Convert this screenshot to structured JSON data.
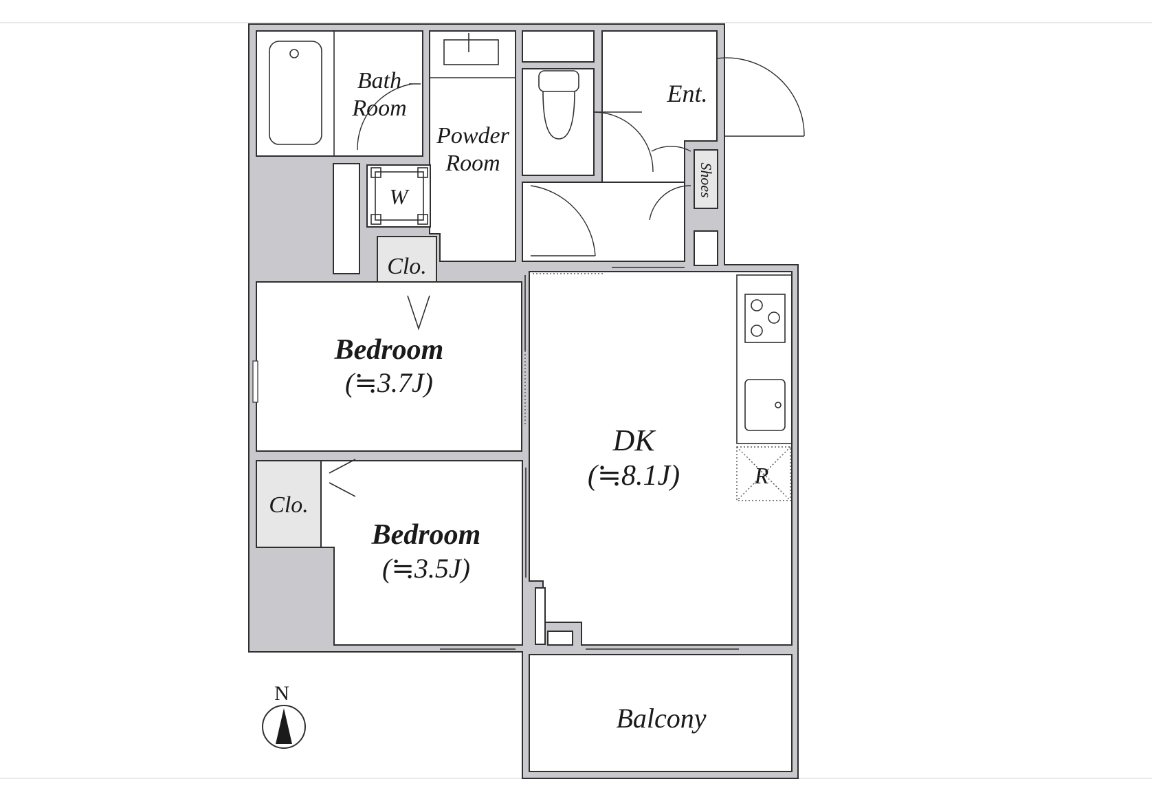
{
  "rooms": {
    "bath": {
      "line1": "Bath",
      "line2": "Room"
    },
    "powder": {
      "line1": "Powder",
      "line2": "Room"
    },
    "entrance": "Ent.",
    "shoes": "Shoes",
    "washer": "W",
    "closet_top": "Clo.",
    "closet_left": "Clo.",
    "bedroom1": {
      "name": "Bedroom",
      "size": "(≒3.7J)"
    },
    "bedroom2": {
      "name": "Bedroom",
      "size": "(≒3.5J)"
    },
    "dk": {
      "name": "DK",
      "size": "(≒8.1J)"
    },
    "refrigerator": "R",
    "balcony": "Balcony"
  },
  "compass": {
    "label": "N"
  },
  "colors": {
    "wall": "#c9c8cd",
    "line": "#2f2f2f",
    "closet": "#e7e7e7"
  }
}
